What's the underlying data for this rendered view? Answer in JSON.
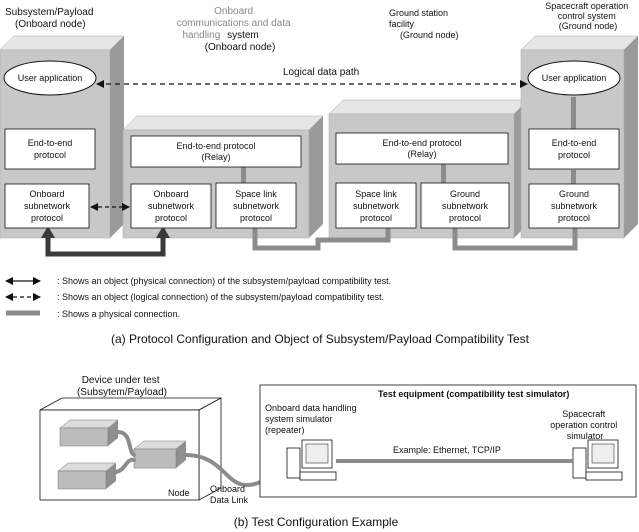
{
  "part_a": {
    "node_labels": {
      "subsystem": [
        "Subsystem/Payload",
        "(Onboard node)"
      ],
      "onboard_comms_gray": [
        "Onboard",
        "communications and data",
        "handling"
      ],
      "onboard_comms_suffix": "system",
      "onboard_comms_node": "(Onboard node)",
      "ground_station": [
        "Ground station",
        "facility",
        "(Ground node)"
      ],
      "spacecraft_ops": [
        "Spacecraft operation",
        "control system",
        "(Ground node)"
      ]
    },
    "user_app_left": "User application",
    "user_app_right": "User application",
    "logical_data_path": "Logical data path",
    "e2e_left": [
      "End-to-end",
      "protocol"
    ],
    "e2e_relay_1": [
      "End-to-end protocol",
      "(Relay)"
    ],
    "e2e_relay_2": [
      "End-to-end protocol",
      "(Relay)"
    ],
    "e2e_right": [
      "End-to-end",
      "protocol"
    ],
    "onboard_subnet_left": [
      "Onboard",
      "subnetwork",
      "protocol"
    ],
    "onboard_subnet_mid": [
      "Onboard",
      "subnetwork",
      "protocol"
    ],
    "space_link_1": [
      "Space link",
      "subnetwork",
      "protocol"
    ],
    "space_link_2": [
      "Space link",
      "subnetwork",
      "protocol"
    ],
    "ground_subnet_mid": [
      "Ground",
      "subnetwork",
      "protocol"
    ],
    "ground_subnet_right": [
      "Ground",
      "subnetwork",
      "protocol"
    ],
    "legend": [
      ": Shows an object (physical connection) of the subsystem/payload compatibility test.",
      ": Shows an object (logical connection) of the subsystem/payload compatibility test.",
      ": Shows a physical connection."
    ],
    "caption": "(a) Protocol Configuration and Object of Subsystem/Payload Compatibility Test"
  },
  "part_b": {
    "device_under_test": [
      "Device under test",
      "(Subsytem/Payload)"
    ],
    "node_label": "Node",
    "onboard_data_link": [
      "Onboard",
      "Data Link"
    ],
    "test_equipment": "Test equipment (compatibility test simulator)",
    "onboard_sim": [
      "Onboard data handling",
      "system simulator",
      "(repeater)"
    ],
    "spacecraft_sim": [
      "Spacecraft",
      "operation control",
      "simulator"
    ],
    "ethernet": "Example: Ethernet, TCP/IP",
    "caption": "(b) Test Configuration Example"
  },
  "colors": {
    "block_front": "#c8c8c8",
    "block_top": "#e6e6e6",
    "block_side": "#9a9a9a",
    "physical_link": "#8c8c8c",
    "dark_link": "#3a3a3a",
    "gray_text": "#888888"
  }
}
